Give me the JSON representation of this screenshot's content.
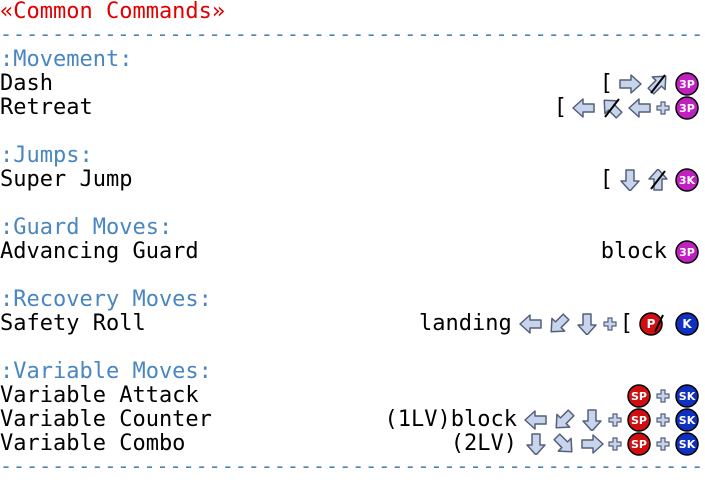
{
  "title": "«Common Commands»",
  "divider": "--------------------------------------------------------------",
  "sections": {
    "movement": {
      "header": ":Movement:",
      "dash": {
        "name": "Dash",
        "bracket": "[",
        "btn": "3P"
      },
      "retreat": {
        "name": "Retreat",
        "bracket": "[",
        "btn": "3P"
      }
    },
    "jumps": {
      "header": ":Jumps:",
      "super_jump": {
        "name": "Super Jump",
        "bracket": "[",
        "btn": "3K"
      }
    },
    "guard": {
      "header": ":Guard Moves:",
      "advancing_guard": {
        "name": "Advancing Guard",
        "prefix": "block",
        "btn": "3P"
      }
    },
    "recovery": {
      "header": ":Recovery Moves:",
      "safety_roll": {
        "name": "Safety Roll",
        "prefix": "landing",
        "bracket": "[",
        "btn1": "P",
        "btn2": "K"
      }
    },
    "variable": {
      "header": ":Variable Moves:",
      "attack": {
        "name": "Variable Attack",
        "btn1": "SP",
        "btn2": "SK"
      },
      "counter": {
        "name": "Variable Counter",
        "prefix": "(1LV)block",
        "btn1": "SP",
        "btn2": "SK"
      },
      "combo": {
        "name": "Variable Combo",
        "prefix": "(2LV)",
        "btn1": "SP",
        "btn2": "SK"
      }
    }
  },
  "colors": {
    "title": "#e00000",
    "section": "#4a86c0",
    "btn_3p": "#c020c0",
    "btn_red": "#d01010",
    "btn_blue": "#1030c0",
    "arrow": "#c8d4ec"
  },
  "icons": [
    "arrow-right-icon",
    "arrow-left-icon",
    "arrow-down-icon",
    "arrow-up-icon",
    "arrow-up-right-icon",
    "arrow-down-left-icon",
    "arrow-down-right-icon",
    "plus-icon",
    "button-icon"
  ]
}
